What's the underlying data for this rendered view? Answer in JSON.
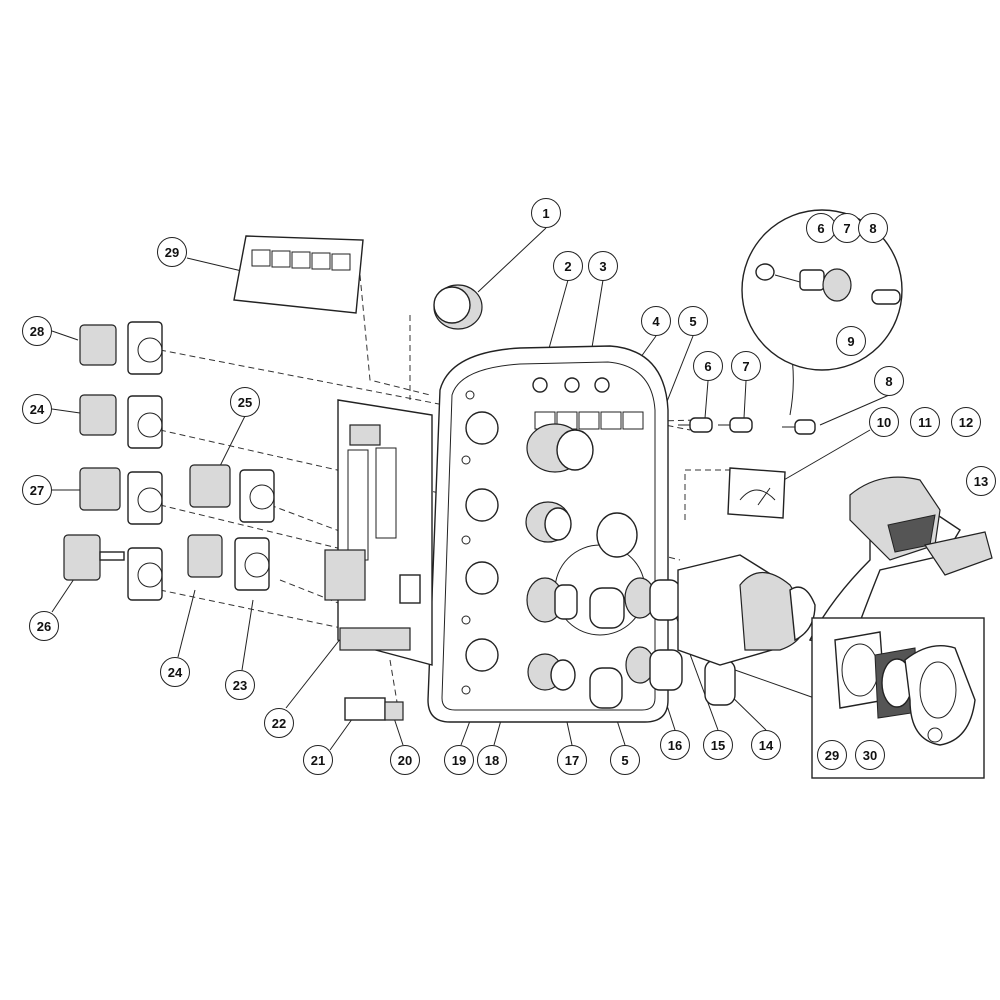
{
  "diagram": {
    "title": "",
    "callouts": [
      "1",
      "29",
      "2",
      "3",
      "6",
      "7",
      "8",
      "28",
      "4",
      "5",
      "9",
      "6",
      "7",
      "8",
      "24",
      "25",
      "10",
      "11",
      "12",
      "13",
      "27",
      "26",
      "24",
      "23",
      "22",
      "21",
      "20",
      "19",
      "18",
      "17",
      "5",
      "16",
      "15",
      "14",
      "29",
      "30"
    ]
  }
}
